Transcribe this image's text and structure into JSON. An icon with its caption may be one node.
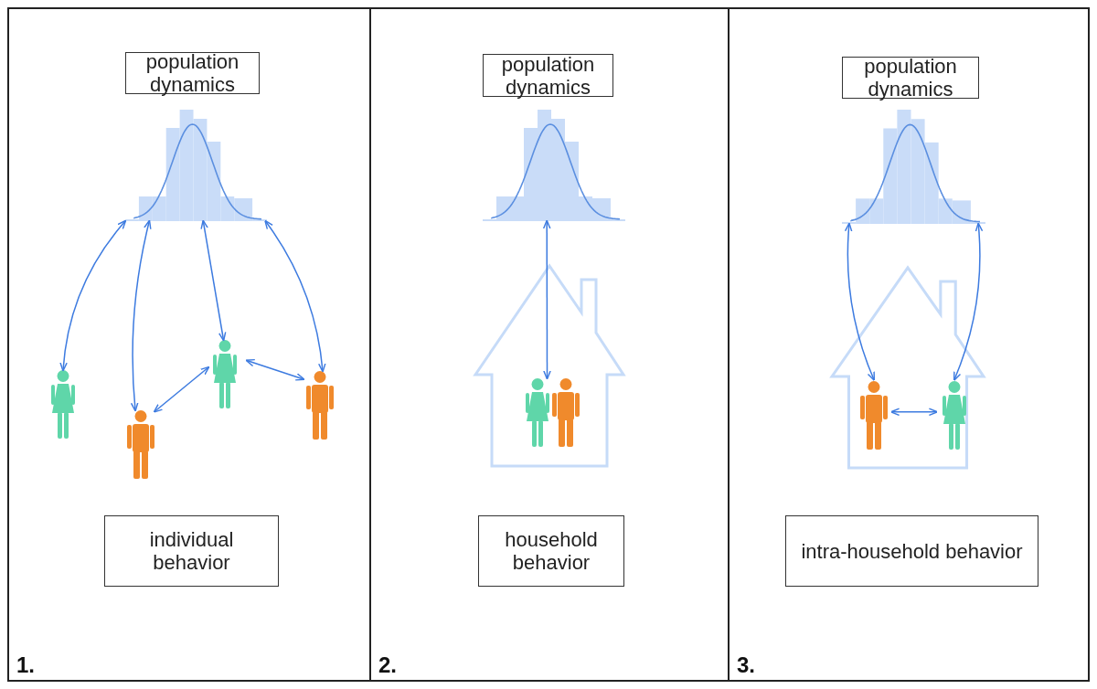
{
  "diagram": {
    "nodes": [
      {
        "text": [
          "1."
        ]
      },
      {
        "text": [
          "population dynamics"
        ],
        "in": 0
      },
      {
        "text": [],
        "shape": "histogram",
        "in": 0
      },
      {
        "text": [],
        "shape": "person",
        "in": 0
      },
      {
        "text": [],
        "shape": "person",
        "in": 0
      },
      {
        "text": [],
        "shape": "person",
        "in": 0
      },
      {
        "text": [],
        "shape": "person",
        "in": 0
      },
      {
        "text": [
          "individual behavior"
        ],
        "in": 0
      },
      {
        "text": [
          "2."
        ]
      },
      {
        "text": [
          "population dynamics"
        ],
        "in": 8
      },
      {
        "text": [],
        "shape": "histogram",
        "in": 8
      },
      {
        "text": [],
        "shape": "house",
        "in": 8
      },
      {
        "text": [],
        "shape": "person",
        "in": 11
      },
      {
        "text": [],
        "shape": "person",
        "in": 11
      },
      {
        "text": [
          "household behavior"
        ],
        "in": 8
      },
      {
        "text": [
          "3."
        ]
      },
      {
        "text": [
          "population dynamics"
        ],
        "in": 15
      },
      {
        "text": [],
        "shape": "histogram",
        "in": 15
      },
      {
        "text": [],
        "shape": "house",
        "in": 15
      },
      {
        "text": [],
        "shape": "person",
        "in": 18
      },
      {
        "text": [],
        "shape": "person",
        "in": 18
      },
      {
        "text": [
          "intra-household behavior"
        ],
        "in": 15
      }
    ],
    "edges": [
      {
        "from": 2,
        "to": 3,
        "arrow": "both"
      },
      {
        "from": 2,
        "to": 4,
        "arrow": "both"
      },
      {
        "from": 2,
        "to": 5,
        "arrow": "both"
      },
      {
        "from": 2,
        "to": 6,
        "arrow": "both"
      },
      {
        "from": 4,
        "to": 5,
        "arrow": "both"
      },
      {
        "from": 5,
        "to": 6,
        "arrow": "both"
      },
      {
        "from": 10,
        "to": 12,
        "arrow": "both"
      },
      {
        "from": 17,
        "to": 19,
        "arrow": "both"
      },
      {
        "from": 17,
        "to": 20,
        "arrow": "both"
      },
      {
        "from": 19,
        "to": 20,
        "arrow": "both"
      }
    ]
  }
}
